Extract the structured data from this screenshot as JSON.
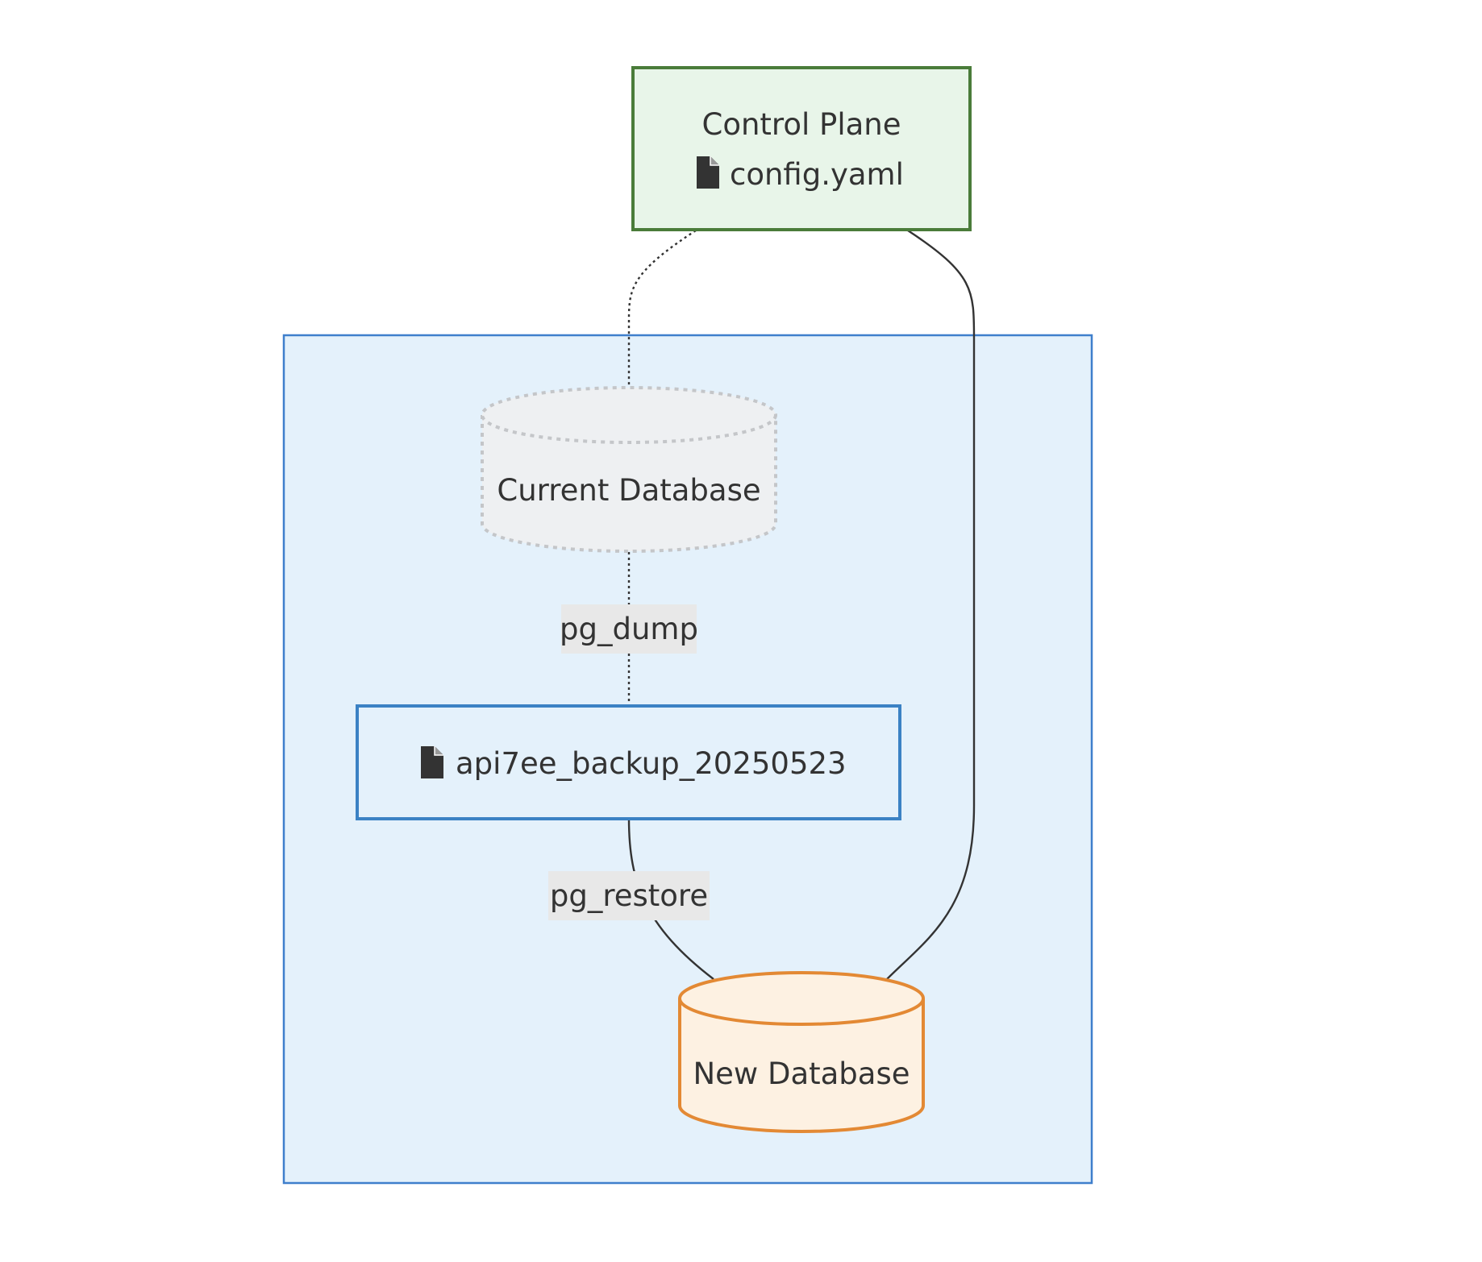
{
  "nodes": {
    "control_plane": {
      "title": "Control Plane",
      "file_label": "config.yaml",
      "icon": "file-icon",
      "fill": "#e8f5e9",
      "stroke": "#4a7c3a"
    },
    "cluster": {
      "fill": "#e4f1fb",
      "stroke": "#3f7fcc"
    },
    "current_database": {
      "label": "Current Database",
      "fill": "#eef0f2",
      "stroke": "#c4c6c9"
    },
    "backup_file": {
      "label": "api7ee_backup_20250523",
      "icon": "file-icon",
      "fill": "#e4f1fb",
      "stroke": "#3b82c4"
    },
    "new_database": {
      "label": "New Database",
      "fill": "#fdf1e2",
      "stroke": "#e38934"
    }
  },
  "edges": {
    "dump": {
      "label": "pg_dump",
      "style": "dotted"
    },
    "restore": {
      "label": "pg_restore",
      "style": "solid"
    },
    "control_to_current": {
      "style": "dotted"
    },
    "control_to_new": {
      "style": "solid"
    }
  },
  "colors": {
    "edge": "#333333",
    "label_bg": "#e8e8e8",
    "text": "#333333"
  }
}
